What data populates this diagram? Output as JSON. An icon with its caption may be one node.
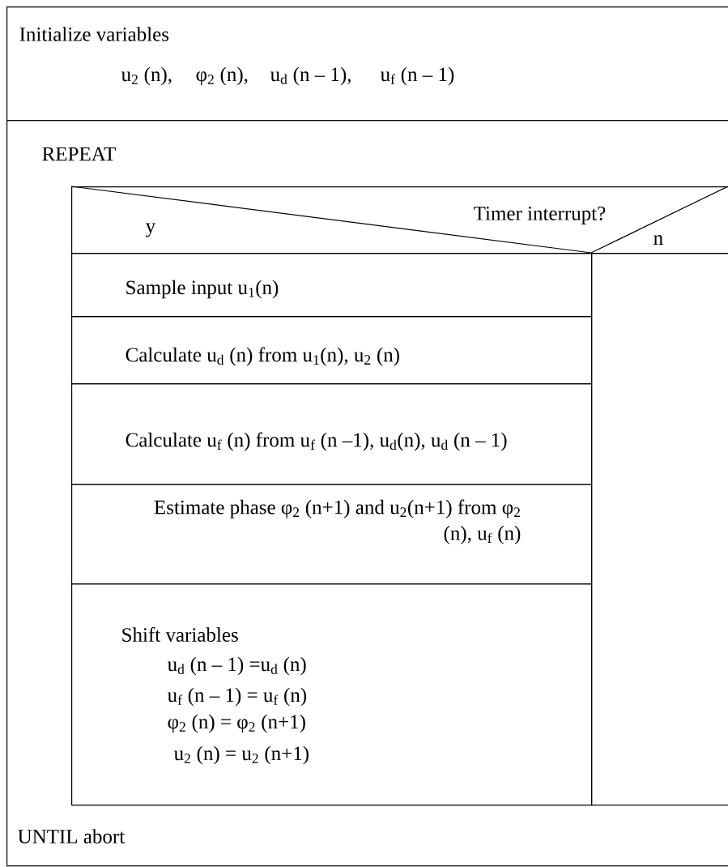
{
  "diagram": {
    "nodes": [
      {
        "text": [
          "Initialize variables",
          "u$_{2}$ (n),",
          "φ$_{2}$ (n),",
          "u$_{d}$ (n – 1),",
          "u$_{f}$ (n – 1)"
        ]
      },
      {
        "text": [
          "REPEAT",
          "UNTIL abort"
        ]
      },
      {
        "text": [
          "Timer interrupt?",
          "y",
          "n"
        ],
        "in": 1
      },
      {
        "text": [
          "Sample input u$_{1}$(n)"
        ],
        "in": 1
      },
      {
        "text": [
          "Calculate u$_{d}$ (n) from u$_{1}$(n), u$_{2}$ (n)"
        ],
        "in": 1
      },
      {
        "text": [
          "Calculate u$_{f}$ (n) from u$_{f}$ (n –1), u$_{d}$(n), u$_{d}$ (n – 1)"
        ],
        "in": 1
      },
      {
        "text": [
          "Estimate phase φ$_{2}$ (n+1) and u$_{2}$(n+1) from φ$_{2}$ (n), u$_{f}$ (n)"
        ],
        "in": 1
      },
      {
        "text": [
          "Shift variables",
          "u$_{d}$ (n – 1) =u$_{d}$ (n)",
          "u$_{f}$ (n – 1) = u$_{f}$ (n)",
          "φ$_{2}$ (n) = φ$_{2}$ (n+1)",
          "u$_{2}$ (n) = u$_{2}$ (n+1)"
        ],
        "in": 1
      },
      {
        "text": [],
        "shape": "box",
        "in": 1
      }
    ]
  }
}
